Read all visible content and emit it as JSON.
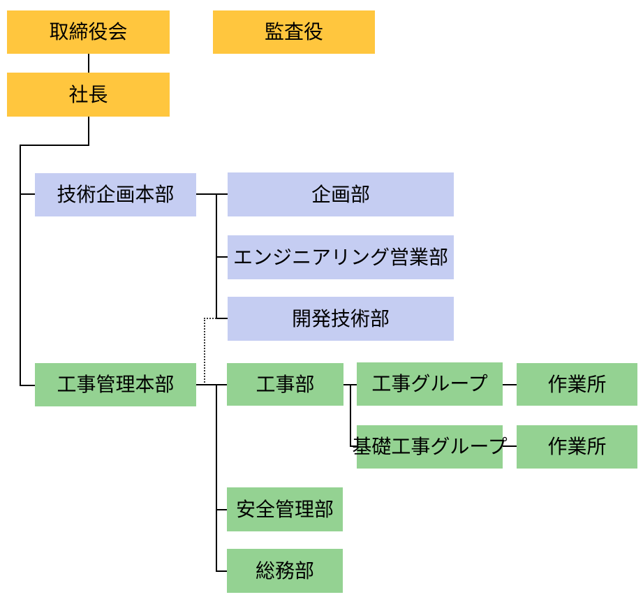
{
  "diagram": {
    "type": "org-chart",
    "language": "ja",
    "nodes": [
      {
        "id": "board",
        "label": "取締役会",
        "group": "executive",
        "color": "#FFC63E"
      },
      {
        "id": "auditor",
        "label": "監査役",
        "group": "executive",
        "color": "#FFC63E"
      },
      {
        "id": "president",
        "label": "社長",
        "group": "executive",
        "color": "#FFC63E"
      },
      {
        "id": "tech-planning-division",
        "label": "技術企画本部",
        "group": "tech-planning",
        "color": "#C5CDF2"
      },
      {
        "id": "planning-dept",
        "label": "企画部",
        "group": "tech-planning",
        "color": "#C5CDF2"
      },
      {
        "id": "engineering-sales-dept",
        "label": "エンジニアリング営業部",
        "group": "tech-planning",
        "color": "#C5CDF2"
      },
      {
        "id": "dev-tech-dept",
        "label": "開発技術部",
        "group": "tech-planning",
        "color": "#C5CDF2"
      },
      {
        "id": "construction-mgmt-division",
        "label": "工事管理本部",
        "group": "construction",
        "color": "#94D292"
      },
      {
        "id": "construction-dept",
        "label": "工事部",
        "group": "construction",
        "color": "#94D292"
      },
      {
        "id": "construction-group",
        "label": "工事グループ",
        "group": "construction",
        "color": "#94D292"
      },
      {
        "id": "site-office-1",
        "label": "作業所",
        "group": "construction",
        "color": "#94D292"
      },
      {
        "id": "foundation-group",
        "label": "基礎工事グループ",
        "group": "construction",
        "color": "#94D292"
      },
      {
        "id": "site-office-2",
        "label": "作業所",
        "group": "construction",
        "color": "#94D292"
      },
      {
        "id": "safety-mgmt-dept",
        "label": "安全管理部",
        "group": "construction",
        "color": "#94D292"
      },
      {
        "id": "general-affairs-dept",
        "label": "総務部",
        "group": "construction",
        "color": "#94D292"
      }
    ],
    "edges": [
      {
        "from": "board",
        "to": "president",
        "style": "solid"
      },
      {
        "from": "president",
        "to": "tech-planning-division",
        "style": "solid"
      },
      {
        "from": "president",
        "to": "construction-mgmt-division",
        "style": "solid"
      },
      {
        "from": "tech-planning-division",
        "to": "planning-dept",
        "style": "solid"
      },
      {
        "from": "tech-planning-division",
        "to": "engineering-sales-dept",
        "style": "solid"
      },
      {
        "from": "tech-planning-division",
        "to": "dev-tech-dept",
        "style": "solid"
      },
      {
        "from": "dev-tech-dept",
        "to": "construction-mgmt-division",
        "style": "dotted"
      },
      {
        "from": "construction-mgmt-division",
        "to": "construction-dept",
        "style": "solid"
      },
      {
        "from": "construction-mgmt-division",
        "to": "safety-mgmt-dept",
        "style": "solid"
      },
      {
        "from": "construction-mgmt-division",
        "to": "general-affairs-dept",
        "style": "solid"
      },
      {
        "from": "construction-dept",
        "to": "construction-group",
        "style": "solid"
      },
      {
        "from": "construction-dept",
        "to": "foundation-group",
        "style": "solid"
      },
      {
        "from": "construction-group",
        "to": "site-office-1",
        "style": "solid"
      },
      {
        "from": "foundation-group",
        "to": "site-office-2",
        "style": "solid"
      }
    ],
    "colors": {
      "yellow": "#FFC63E",
      "blue": "#C5CDF2",
      "green": "#94D292",
      "line": "#000000",
      "dotted": "#333333",
      "background": "#FFFFFF",
      "text": "#000000"
    }
  }
}
